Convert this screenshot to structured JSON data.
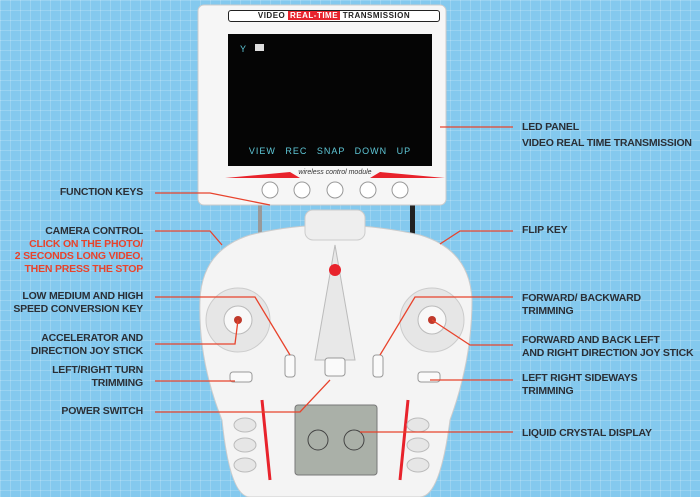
{
  "monitor": {
    "title_prefix": "VIDEO",
    "title_highlight": "REAL-TIME",
    "title_suffix": "TRANSMISSION",
    "screen_menu": "VIEW REC SNAP DOWN UP",
    "module_text": "wireless control module"
  },
  "left_labels": {
    "function_keys": "FUNCTION KEYS",
    "camera_control": "CAMERA CONTROL",
    "camera_note_1": "CLICK ON THE PHOTO/",
    "camera_note_2": "2 SECONDS LONG VIDEO,",
    "camera_note_3": "THEN PRESS THE STOP",
    "speed_1": "LOW MEDIUM AND HIGH",
    "speed_2": "SPEED CONVERSION KEY",
    "accel_1": "ACCELERATOR AND",
    "accel_2": "DIRECTION JOY STICK",
    "turn_1": "LEFT/RIGHT TURN",
    "turn_2": "TRIMMING",
    "power": "POWER SWITCH"
  },
  "right_labels": {
    "led_1": "LED PANEL",
    "led_2": "VIDEO REAL TIME TRANSMISSION",
    "flip": "FLIP KEY",
    "fb_1": "FORWARD/ BACKWARD",
    "fb_2": "TRIMMING",
    "dir_1": "FORWARD AND BACK LEFT",
    "dir_2": "AND RIGHT DIRECTION JOY STICK",
    "side_1": "LEFT RIGHT SIDEWAYS",
    "side_2": "TRIMMING",
    "lcd": "LIQUID CRYSTAL DISPLAY"
  },
  "colors": {
    "background": "#84c9ee",
    "leader": "#e8432c",
    "accent_red": "#e8232c"
  }
}
